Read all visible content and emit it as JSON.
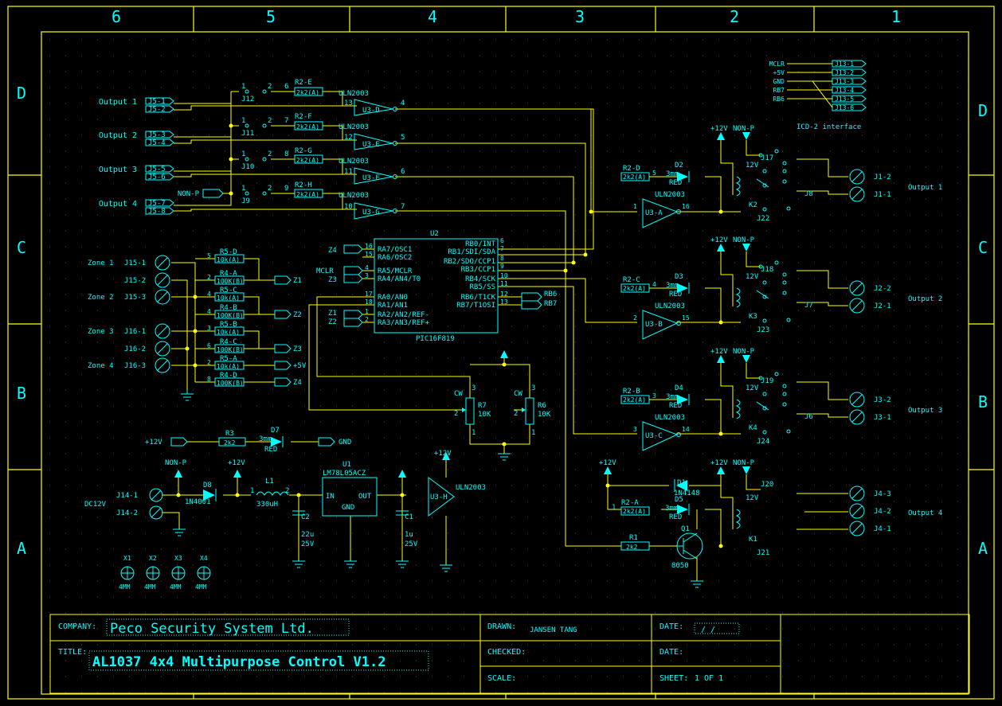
{
  "colors": {
    "background": "#000000",
    "border": "#ffff00",
    "wire": "#ffff00",
    "component": "#00ffff",
    "text": "#00ffff",
    "grid_dot": "#3a3a6a"
  },
  "border": {
    "columns": [
      "6",
      "5",
      "4",
      "3",
      "2",
      "1"
    ],
    "rows": [
      "D",
      "C",
      "B",
      "A"
    ]
  },
  "title_block": {
    "company_label": "COMPANY:",
    "company": "Peco Security System Ltd.",
    "title_label": "TITLE:",
    "title": "AL1037 4x4 Multipurpose Control V1.2",
    "drawn_label": "DRAWN:",
    "drawn": "JANSEN TANG",
    "checked_label": "CHECKED:",
    "scale_label": "SCALE:",
    "date_label": "DATE:",
    "date": "/ /",
    "sheet_label": "SHEET:",
    "sheet": "1 OF 1"
  },
  "schematic": {
    "outputs_left": [
      {
        "label": "Output 1",
        "pins": [
          "J5-1",
          "J5-2"
        ],
        "jumper": "J12",
        "res": "2k2(A)",
        "res_ref": "R2-E",
        "gate": "U3-D",
        "in_pin": "13",
        "out_pin": "4",
        "jpin": "6"
      },
      {
        "label": "Output 2",
        "pins": [
          "J5-3",
          "J5-4"
        ],
        "jumper": "J11",
        "res": "2k2(A)",
        "res_ref": "R2-F",
        "gate": "U3-E",
        "in_pin": "12",
        "out_pin": "5",
        "jpin": "7"
      },
      {
        "label": "Output 3",
        "pins": [
          "J5-5",
          "J5-6"
        ],
        "jumper": "J10",
        "res": "2k2(A)",
        "res_ref": "R2-G",
        "gate": "U3-F",
        "in_pin": "11",
        "out_pin": "6",
        "jpin": "8"
      },
      {
        "label": "Output 4",
        "pins": [
          "J5-7",
          "J5-8"
        ],
        "jumper": "J9",
        "res": "2k2(A)",
        "res_ref": "R2-H",
        "gate": "U3-G",
        "in_pin": "10",
        "out_pin": "7",
        "jpin": "9"
      }
    ],
    "uln_label": "ULN2003",
    "nonp": "NON-P",
    "mcu": {
      "ref": "U2",
      "part": "PIC16F819",
      "left_pins": [
        "RA7/OSC1",
        "RA6/OSC2",
        "RA5/MCLR",
        "RA4/AN4/T0",
        "RA0/AN0",
        "RA1/AN1",
        "RA2/AN2/REF-",
        "RA3/AN3/REF+"
      ],
      "left_nums": [
        "16",
        "15",
        "4",
        "3",
        "17",
        "18",
        "1",
        "2"
      ],
      "right_pins": [
        "RB0/INT",
        "RB1/SDI/SDA",
        "RB2/SDO/CCP1",
        "RB3/CCP1",
        "RB4/SCK",
        "RB5/SS",
        "RB6/T1CK",
        "RB7/T1OSI"
      ],
      "right_nums": [
        "6",
        "7",
        "8",
        "9",
        "10",
        "11",
        "12",
        "13"
      ],
      "net_z4": "Z4",
      "net_z3": "Z3",
      "net_mclr": "MCLR",
      "net_z1": "Z1",
      "net_z2": "Z2",
      "net_rb6": "RB6",
      "net_rb7": "RB7"
    },
    "zones": [
      {
        "label": "Zone 1",
        "pin": "J15-1"
      },
      {
        "label": "",
        "pin": "J15-2"
      },
      {
        "label": "Zone 2",
        "pin": "J15-3"
      },
      {
        "label": "Zone 3",
        "pin": "J16-1"
      },
      {
        "label": "",
        "pin": "J16-2"
      },
      {
        "label": "Zone 4",
        "pin": "J16-3"
      }
    ],
    "zone_resistors": [
      {
        "ref": "R5-D",
        "val": "10k(A)",
        "pin": "5"
      },
      {
        "ref": "R4-A",
        "val": "100K(B)",
        "pin": "2"
      },
      {
        "ref": "R5-C",
        "val": "10k(A)",
        "pin": "4"
      },
      {
        "ref": "R4-B",
        "val": "100K(B)",
        "pin": "4"
      },
      {
        "ref": "R5-B",
        "val": "10k(A)",
        "pin": "3"
      },
      {
        "ref": "R4-C",
        "val": "100K(B)",
        "pin": "6"
      },
      {
        "ref": "R5-A",
        "val": "10k(A)",
        "pin": "2"
      },
      {
        "ref": "R4-D",
        "val": "100K(B)",
        "pin": "8"
      }
    ],
    "zone_nets": [
      "Z1",
      "Z2",
      "Z3",
      "+5V",
      "Z4"
    ],
    "pots": [
      {
        "ref": "R7",
        "val": "10K",
        "cw": "CW"
      },
      {
        "ref": "R6",
        "val": "10K",
        "cw": "CW"
      }
    ],
    "led_line": {
      "supply": "+12V",
      "res_ref": "R3",
      "res": "2k2",
      "led_ref": "D7",
      "led": "3mm",
      "color": "RED",
      "gnd": "GND"
    },
    "power": {
      "jack": [
        "J14-1",
        "J14-2"
      ],
      "dc": "DC12V",
      "diode_ref": "D8",
      "diode": "1N4001",
      "nonp": "NON-P",
      "supply": "+12V",
      "inductor_ref": "L1",
      "inductor": "330uH",
      "reg_ref": "U1",
      "reg": "LM78L05ACZ",
      "reg_in": "IN",
      "reg_out": "OUT",
      "reg_gnd": "GND",
      "c2_ref": "C2",
      "c2": "22u",
      "c2v": "25V",
      "c1_ref": "C1",
      "c1": "1u",
      "c1v": "25V",
      "u3h": "U3-H",
      "u3h_part": "ULN2003",
      "u3h_supply": "+12V"
    },
    "mounting_holes": [
      {
        "ref": "X1",
        "size": "4MM"
      },
      {
        "ref": "X2",
        "size": "4MM"
      },
      {
        "ref": "X3",
        "size": "4MM"
      },
      {
        "ref": "X4",
        "size": "4MM"
      }
    ],
    "icsp": {
      "signals": [
        "MCLR",
        "+5V",
        "GND",
        "RB7",
        "RB6"
      ],
      "pins": [
        "J13-1",
        "J13-2",
        "J13-3",
        "J13-4",
        "J13-5",
        "J13-6"
      ],
      "label": "ICD-2 interface"
    },
    "relays": [
      {
        "gate": "U3-A",
        "gate_in": "1",
        "gate_out": "16",
        "led_ref": "D2",
        "res_ref": "R2-D",
        "res": "2k2(A)",
        "res_pin": "5",
        "relay": "K2",
        "jumper": "J17",
        "jc": "J22",
        "out": "J8",
        "pins": [
          "J1-2",
          "J1-1"
        ],
        "label": "Output 1"
      },
      {
        "gate": "U3-B",
        "gate_in": "2",
        "gate_out": "15",
        "led_ref": "D3",
        "res_ref": "R2-C",
        "res": "2k2(A)",
        "res_pin": "4",
        "relay": "K3",
        "jumper": "J18",
        "jc": "J23",
        "out": "J7",
        "pins": [
          "J2-2",
          "J2-1"
        ],
        "label": "Output 2"
      },
      {
        "gate": "U3-C",
        "gate_in": "3",
        "gate_out": "14",
        "led_ref": "D4",
        "res_ref": "R2-B",
        "res": "2k2(A)",
        "res_pin": "3",
        "relay": "K4",
        "jumper": "J19",
        "jc": "J24",
        "out": "J6",
        "pins": [
          "J3-2",
          "J3-1"
        ],
        "label": "Output 3"
      }
    ],
    "relay4": {
      "supply": "+12V",
      "diode_ref": "D1",
      "diode": "1N4148",
      "led_ref": "D5",
      "res_ref": "R2-A",
      "res": "2k2(A)",
      "res_pin": "1",
      "relay": "K1",
      "jumper": "J20",
      "jc": "J21",
      "pins": [
        "J4-3",
        "J4-2",
        "J4-1"
      ],
      "label": "Output 4",
      "r1_ref": "R1",
      "r1": "2k2",
      "q_ref": "Q1",
      "q": "8050"
    },
    "relay_common": {
      "supply": "+12V",
      "nonp": "NON-P",
      "led": "3mm",
      "led_color": "RED",
      "uln": "ULN2003",
      "coil_v": "12V"
    }
  }
}
